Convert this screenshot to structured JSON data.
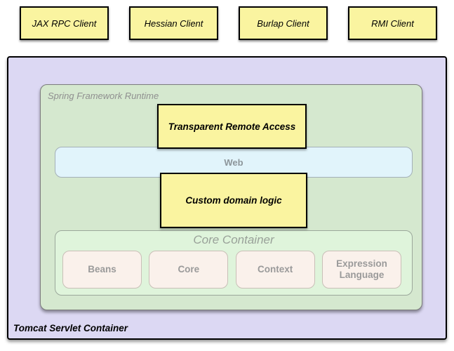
{
  "diagram": {
    "clients": [
      "JAX RPC Client",
      "Hessian Client",
      "Burlap Client",
      "RMI Client"
    ],
    "tomcat_label": "Tomcat Servlet Container",
    "runtime_label": "Spring Framework Runtime",
    "remote_access_label": "Transparent Remote Access",
    "web_label": "Web",
    "domain_logic_label": "Custom domain logic",
    "core": {
      "title": "Core Container",
      "modules": [
        "Beans",
        "Core",
        "Context",
        "Expression Language"
      ]
    }
  },
  "colors": {
    "client_fill": "#FAF4A0",
    "tomcat_fill": "#DCD8F3",
    "runtime_fill": "#D5E8CF",
    "web_fill": "#E1F4FB",
    "core_fill": "#DFF4DB",
    "module_fill": "#FAF1EB",
    "gray_text": "#8F8F8F"
  }
}
